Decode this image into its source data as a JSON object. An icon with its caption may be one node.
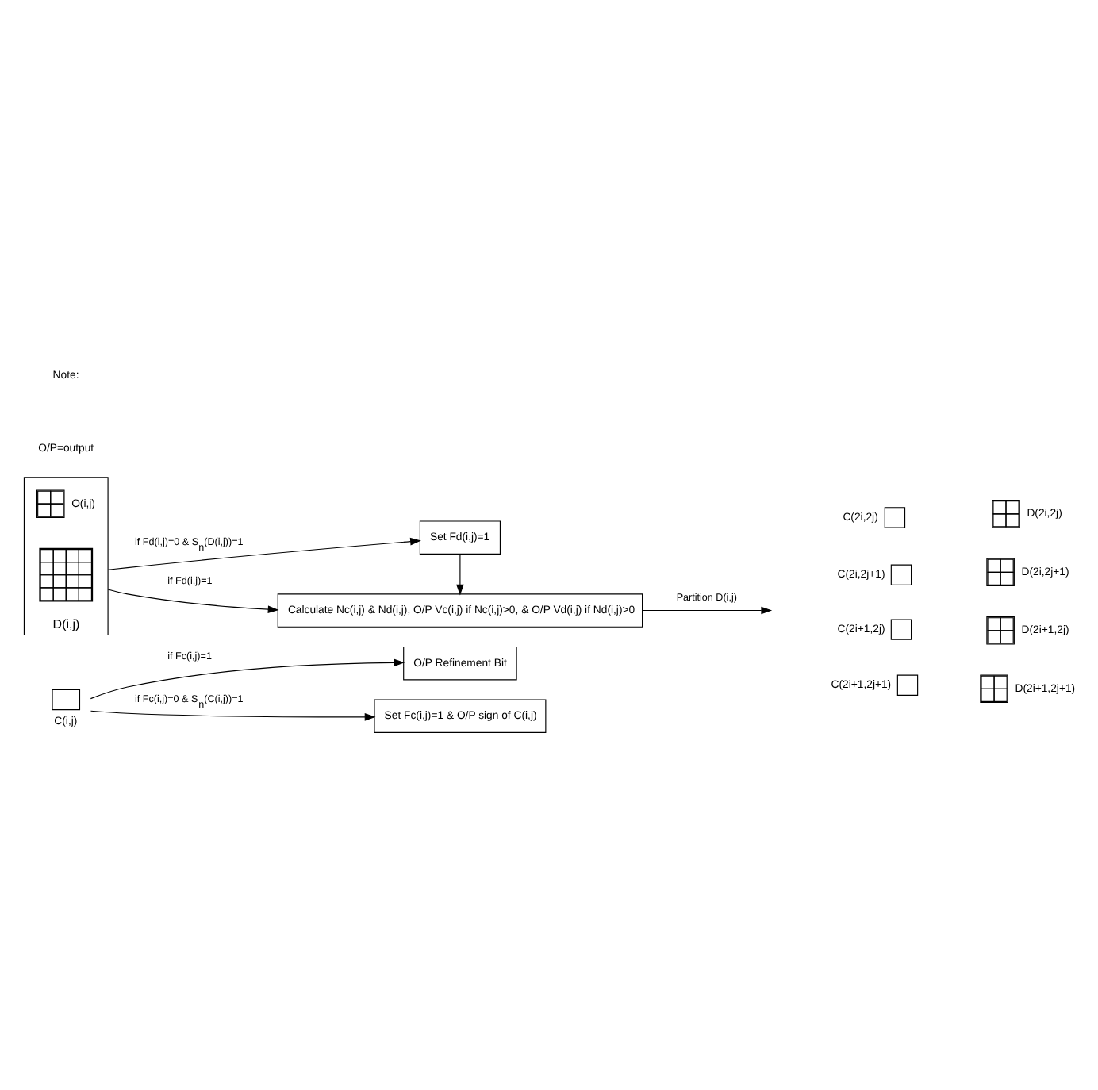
{
  "diagram": {
    "nodes": [
      {
        "text": [
          "O/P Refinement Bit"
        ]
      },
      {
        "text": [],
        "shape": "box",
        "beside": [
          "C(i,j)"
        ]
      },
      {
        "text": [
          "Set Fc(i,j)=1 & O/P sign of C(i,j)"
        ]
      },
      {
        "text": [],
        "shape": "box",
        "beside": [
          "D(i,j)"
        ]
      },
      {
        "text": [],
        "shape": "grid",
        "in": 3,
        "beside": [
          "O(i,j)"
        ]
      },
      {
        "text": [],
        "shape": "grid",
        "in": 3
      },
      {
        "text": [
          "Set Fd(i,j)=1"
        ]
      },
      {
        "text": [
          "Calculate Nc(i,j) & Nd(i,j), O/P Vc(i,j) if Nc(i,j)>0, & O/P Vd(i,j) if Nd(i,j)>0"
        ]
      },
      {
        "text": [],
        "shape": "box",
        "beside": [
          "C(2i,2j)"
        ]
      },
      {
        "text": [],
        "shape": "grid",
        "beside": [
          "D(2i,2j)"
        ]
      },
      {
        "text": [],
        "shape": "box",
        "beside": [
          "C(2i,2j+1)"
        ]
      },
      {
        "text": [],
        "shape": "grid",
        "beside": [
          "D(2i,2j+1)"
        ]
      },
      {
        "text": [],
        "shape": "box",
        "beside": [
          "C(2i+1,2j)"
        ]
      },
      {
        "text": [],
        "shape": "grid",
        "beside": [
          "D(2i+1,2j)"
        ]
      },
      {
        "text": [],
        "shape": "box",
        "beside": [
          "C(2i+1,2j+1)"
        ]
      },
      {
        "text": [],
        "shape": "grid",
        "beside": [
          "D(2i+1,2j+1)"
        ]
      }
    ],
    "edges": [
      {
        "from": 1,
        "to": 0,
        "arrow": "to",
        "label": "if Fc(i,j)=1"
      },
      {
        "from": 1,
        "to": 2,
        "arrow": "to",
        "label": "if Fc(i,j)=0 & S$_{n}$(C(i,j))=1"
      },
      {
        "from": 3,
        "to": 6,
        "arrow": "to",
        "label": "if Fd(i,j)=0 & S$_{n}$(D(i,j))=1"
      },
      {
        "from": 3,
        "to": 7,
        "arrow": "to",
        "label": "if Fd(i,j)=1"
      },
      {
        "from": 6,
        "to": 7,
        "arrow": "to"
      },
      {
        "from": 7,
        "to": null,
        "arrow": "to",
        "label": "Partition D(i,j)"
      }
    ],
    "labels": [
      "Note:",
      "O/P=output"
    ]
  }
}
